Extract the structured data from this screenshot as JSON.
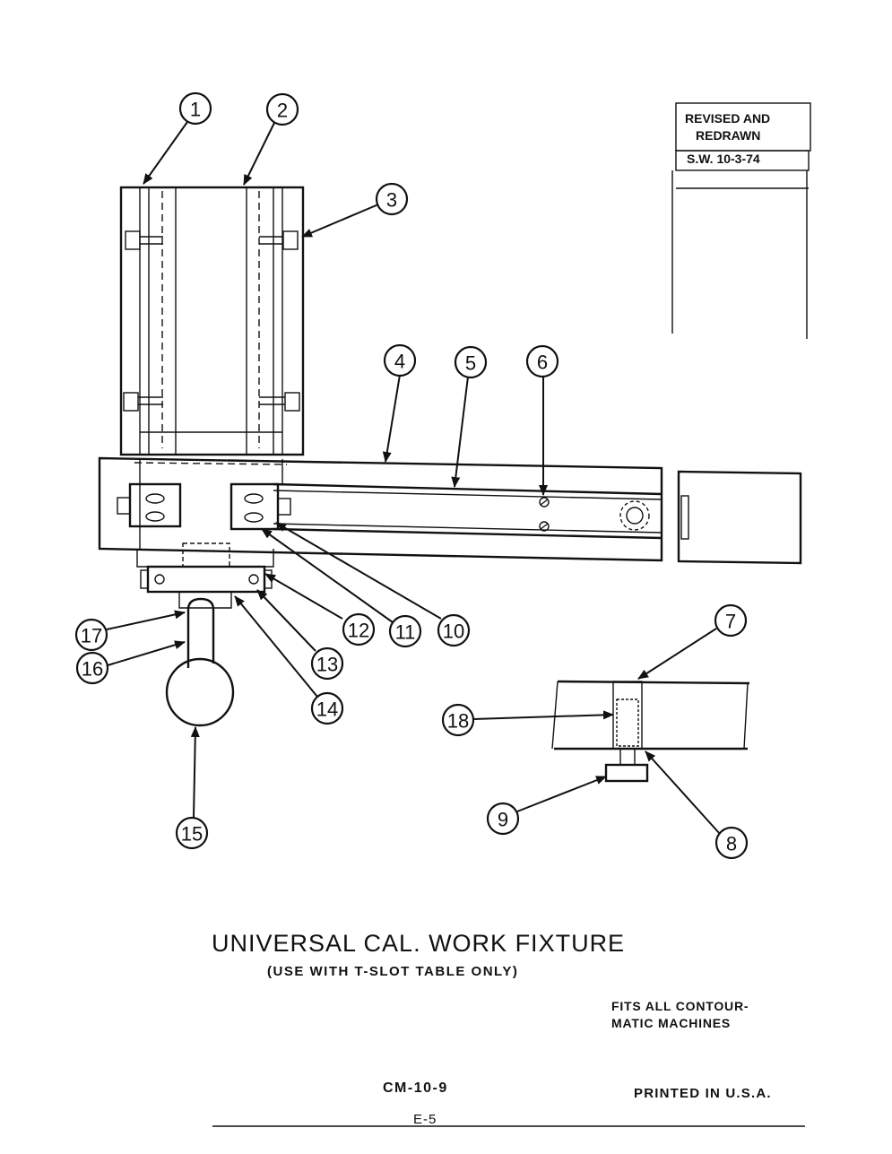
{
  "drawing": {
    "title": "UNIVERSAL CAL. WORK FIXTURE",
    "subtitle": "(USE WITH T-SLOT TABLE ONLY)",
    "fits_line1": "FITS ALL CONTOUR-",
    "fits_line2": "MATIC MACHINES",
    "drawing_number": "CM-10-9",
    "printed": "PRINTED IN U.S.A.",
    "page": "E-5"
  },
  "revision_block": {
    "line1": "REVISED AND",
    "line2": "REDRAWN",
    "line3": "S.W. 10-3-74"
  },
  "callouts": [
    "1",
    "2",
    "3",
    "4",
    "5",
    "6",
    "7",
    "8",
    "9",
    "10",
    "11",
    "12",
    "13",
    "14",
    "15",
    "16",
    "17",
    "18"
  ]
}
